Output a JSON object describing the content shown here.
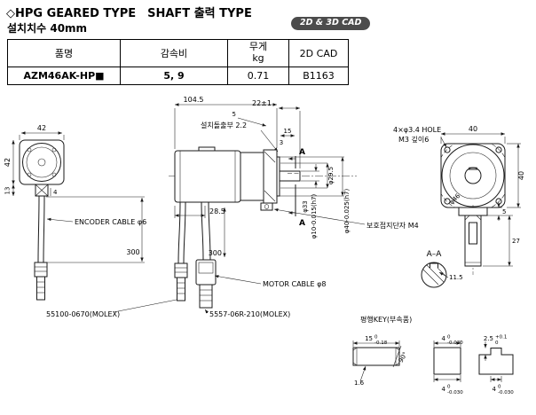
{
  "header": {
    "title": "◇HPG GEARED TYPE　SHAFT 출력 TYPE",
    "subtitle": "설치치수 40mm",
    "badge": "2D & 3D CAD"
  },
  "table": {
    "col_name": "품명",
    "col_ratio": "감속비",
    "col_weight1": "무게",
    "col_weight2": "kg",
    "col_cad": "2D CAD",
    "name": "AZM46AK-HP■",
    "ratio": "5, 9",
    "weight": "0.71",
    "cad": "B1163"
  },
  "d": {
    "dim42_top": "42",
    "dim42_left": "42",
    "dim13": "13",
    "dim4": "4",
    "encoder_cable": "ENCODER CABLE φ6",
    "molex_encoder": "55100-0670(MOLEX)",
    "dim104_5": "104.5",
    "dim5_top": "5",
    "dim22": "22±1",
    "protrusion": "설치돌출부 2.2",
    "dim15": "15",
    "dim3": "3",
    "dim28_5": "28.5",
    "dim300_left": "300",
    "dim300_right": "300",
    "motor_cable": "MOTOR CABLE φ8",
    "molex_motor": "5557-06R-210(MOLEX)",
    "phi10": "φ10-0.015(h7)",
    "phi29_5": "φ29.5",
    "phi33": "φ33",
    "phi40": "φ40-0.025(h7)",
    "earth": "보호접지단자 M4",
    "holes": "4×φ3.4 HOLE",
    "m3_depth": "M3 깊이6",
    "dim40_top": "40",
    "dim40_right": "40",
    "phi46": "φ46",
    "dim5_shaft": "5",
    "dim27": "27",
    "section_label": "A–A",
    "dim11_5": "11.5",
    "section_a1": "A",
    "section_a2": "A",
    "key_title": "평행KEY(부속품)",
    "key_len": "15",
    "key_len_t1": "0",
    "key_len_t2": "-0.18",
    "key_angle": "90°",
    "key_chamfer": "1.6",
    "key_w": "4",
    "key_w_t1": "0",
    "key_w_t2": "-0.030",
    "key_h": "4",
    "key_h_t1": "0",
    "key_h_t2": "-0.030",
    "keyway_d": "2.5",
    "keyway_d_t1": "+0.1",
    "keyway_d_t2": "0",
    "keyway_w": "4",
    "keyway_w_t1": "0",
    "keyway_w_t2": "-0.030"
  }
}
